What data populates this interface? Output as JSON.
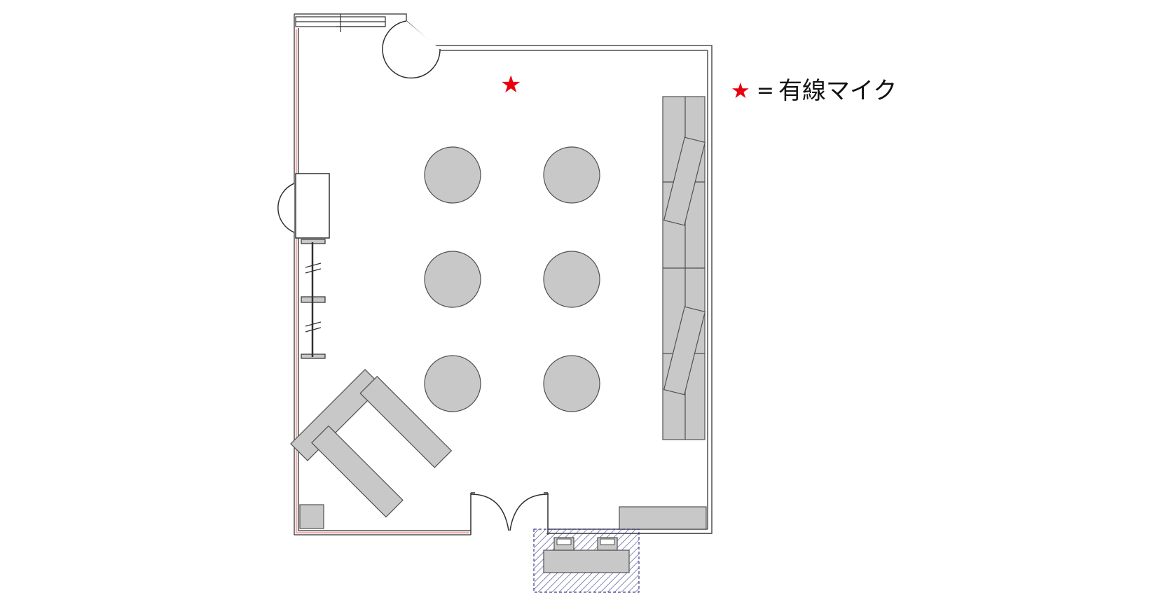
{
  "legend": {
    "star_symbol": "★",
    "equals": "=",
    "label": "有線マイク",
    "star_color": "#e8000d"
  },
  "plan": {
    "furniture_fill": "#c8c8c8",
    "outline_color": "#505050",
    "wall_accent_color": "#f0b4b4",
    "hatch_color": "#3a3a8a",
    "round_table_count": 6,
    "wired_mic_count": 1
  }
}
